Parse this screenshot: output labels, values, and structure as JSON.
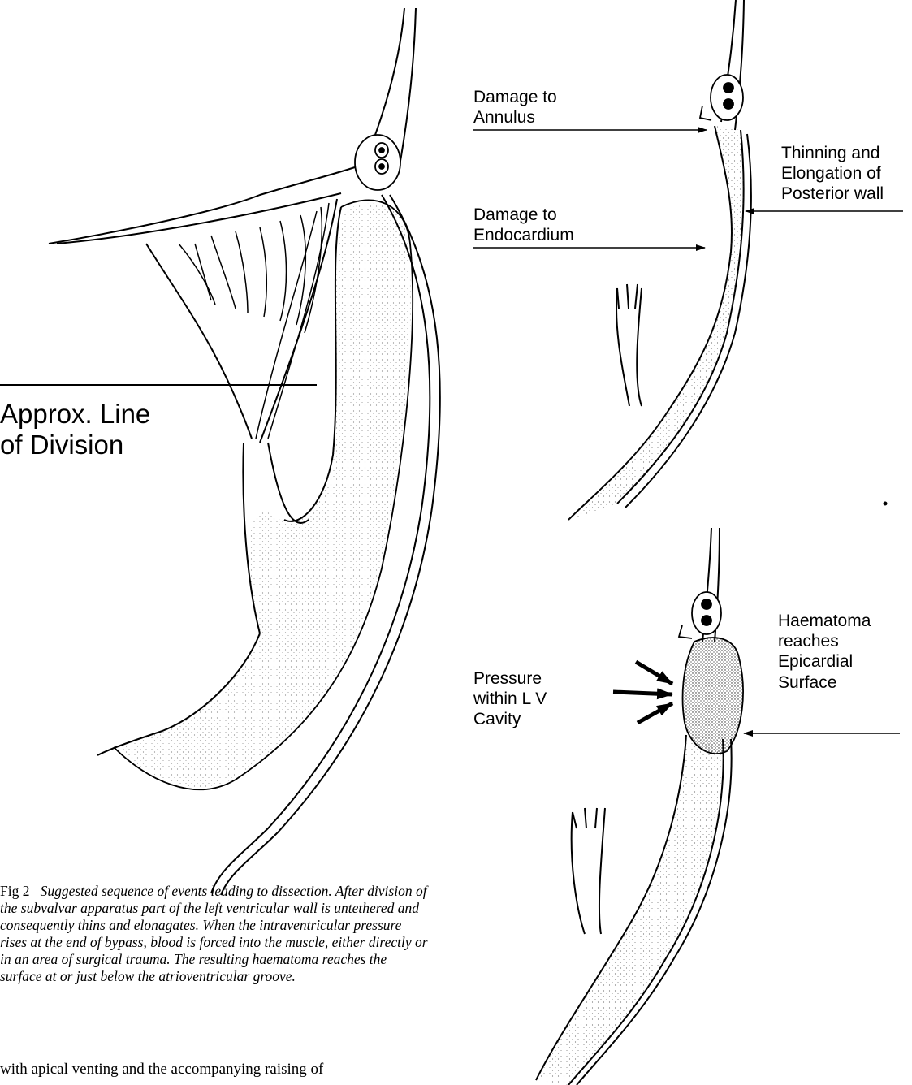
{
  "labels": {
    "approx_line": [
      "Approx. Line",
      "of Division"
    ],
    "damage_annulus": [
      "Damage to",
      "Annulus"
    ],
    "damage_endocardium": [
      "Damage to",
      "Endocardium"
    ],
    "thinning": [
      "Thinning and",
      "Elongation of",
      "Posterior wall"
    ],
    "pressure": [
      "Pressure",
      "within L V",
      "Cavity"
    ],
    "haematoma": [
      "Haematoma",
      "reaches",
      "Epicardial",
      "Surface"
    ]
  },
  "caption": {
    "fig_label": "Fig 2",
    "text": "Suggested sequence of events leading to dissection. After division of the subvalvar apparatus part of the left ventricular wall is untethered and consequently thins and elonagates. When the intraventricular pressure rises at the end of bypass, blood is forced into the muscle, either directly or in an area of surgical trauma. The resulting haematoma reaches the surface at or just below the atrioventricular groove."
  },
  "body_text": "with apical venting and the accompanying raising of"
}
